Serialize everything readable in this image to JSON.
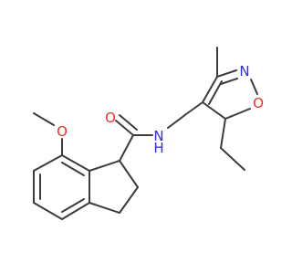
{
  "molecule": {
    "atom_labels": {
      "amide_oxygen": "O",
      "amide_nitrogen": "N",
      "amide_hydrogen": "H",
      "methoxy_oxygen": "O",
      "ring_nitrogen": "N",
      "ring_oxygen": "O"
    },
    "colors": {
      "bond": "#3c3c3c",
      "oxygen": "#e8312a",
      "nitrogen": "#2f2fe0"
    }
  }
}
